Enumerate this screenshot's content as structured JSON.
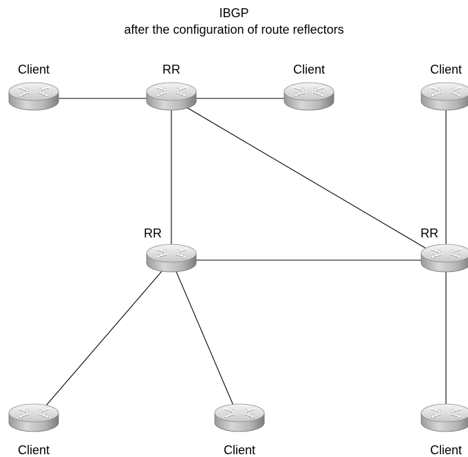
{
  "diagram": {
    "title": "IBGP",
    "subtitle": "after the configuration of route reflectors",
    "nodes": [
      {
        "id": "c1",
        "label": "Client",
        "role": "client"
      },
      {
        "id": "rr1",
        "label": "RR",
        "role": "route-reflector"
      },
      {
        "id": "c2",
        "label": "Client",
        "role": "client"
      },
      {
        "id": "c3",
        "label": "Client",
        "role": "client"
      },
      {
        "id": "rr2",
        "label": "RR",
        "role": "route-reflector"
      },
      {
        "id": "rr3",
        "label": "RR",
        "role": "route-reflector"
      },
      {
        "id": "c4",
        "label": "Client",
        "role": "client"
      },
      {
        "id": "c5",
        "label": "Client",
        "role": "client"
      },
      {
        "id": "c6",
        "label": "Client",
        "role": "client"
      }
    ],
    "links": [
      [
        "c1",
        "rr1"
      ],
      [
        "rr1",
        "c2"
      ],
      [
        "rr1",
        "rr2"
      ],
      [
        "rr1",
        "rr3"
      ],
      [
        "rr2",
        "rr3"
      ],
      [
        "c3",
        "rr3"
      ],
      [
        "rr2",
        "c4"
      ],
      [
        "rr2",
        "c5"
      ],
      [
        "rr3",
        "c6"
      ]
    ],
    "icon": "router-icon"
  }
}
